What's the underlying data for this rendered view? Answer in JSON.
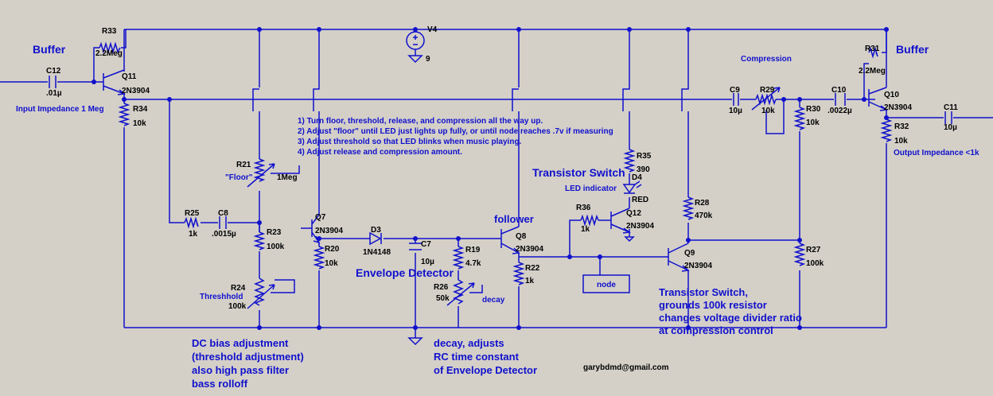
{
  "texts": {
    "buffer_left": "Buffer",
    "buffer_right": "Buffer",
    "input_impedance": "Input Impedance 1 Meg",
    "output_impedance": "Output Impedance <1k",
    "compression": "Compression",
    "follower": "follower",
    "led_indicator": "LED indicator",
    "transistor_switch_top": "Transistor Switch",
    "envelope_detector": "Envelope Detector",
    "floor": "\"Floor\"",
    "threshhold": "Threshhold",
    "decay": "decay",
    "node": "node",
    "email": "garybdmd@gmail.com",
    "instructions": [
      "1) Turn floor, threshold, release, and compression all the way up.",
      "2) Adjust \"floor\" until LED just lights up fully, or until node reaches .7v if measuring",
      "3) Adjust threshold so that LED blinks when music playing.",
      "4) Adjust release and compression amount."
    ],
    "dc_bias": [
      "DC bias adjustment",
      "(threshold adjustment)",
      "also high pass filter",
      "bass rolloff"
    ],
    "decay_note": [
      "decay, adjusts",
      "RC time constant",
      "of Envelope Detector"
    ],
    "switch_note": [
      "Transistor Switch,",
      "grounds 100k resistor",
      "changes voltage divider ratio",
      "at compression control"
    ]
  },
  "components": {
    "r33": [
      "R33",
      "2.2Meg"
    ],
    "c12": [
      "C12",
      ".01µ"
    ],
    "q11": [
      "Q11",
      "2N3904"
    ],
    "r34": [
      "R34",
      "10k"
    ],
    "v4": [
      "V4",
      "9"
    ],
    "r21": [
      "R21",
      "1Meg"
    ],
    "r25": [
      "R25",
      "1k"
    ],
    "c8": [
      "C8",
      ".0015µ"
    ],
    "r23": [
      "R23",
      "100k"
    ],
    "r24": [
      "R24",
      "100k"
    ],
    "q7": [
      "Q7",
      "2N3904"
    ],
    "r20": [
      "R20",
      "10k"
    ],
    "d3": [
      "D3",
      "1N4148"
    ],
    "c7": [
      "C7",
      "10µ"
    ],
    "r19": [
      "R19",
      "4.7k"
    ],
    "r26": [
      "R26",
      "50k"
    ],
    "q8": [
      "Q8",
      "2N3904"
    ],
    "r22": [
      "R22",
      "1k"
    ],
    "r36": [
      "R36",
      "1k"
    ],
    "q12": [
      "Q12",
      "2N3904"
    ],
    "r35": [
      "R35",
      "390"
    ],
    "d4": [
      "D4",
      "RED"
    ],
    "r28": [
      "R28",
      "470k"
    ],
    "q9": [
      "Q9",
      "2N3904"
    ],
    "r27": [
      "R27",
      "100k"
    ],
    "c9": [
      "C9",
      "10µ"
    ],
    "r29": [
      "R29",
      "10k"
    ],
    "c10": [
      "C10",
      ".0022µ"
    ],
    "r30": [
      "R30",
      "10k"
    ],
    "r31": [
      "R31",
      "2.2Meg"
    ],
    "q10": [
      "Q10",
      "2N3904"
    ],
    "r32": [
      "R32",
      "10k"
    ],
    "c11": [
      "C11",
      "10µ"
    ]
  }
}
